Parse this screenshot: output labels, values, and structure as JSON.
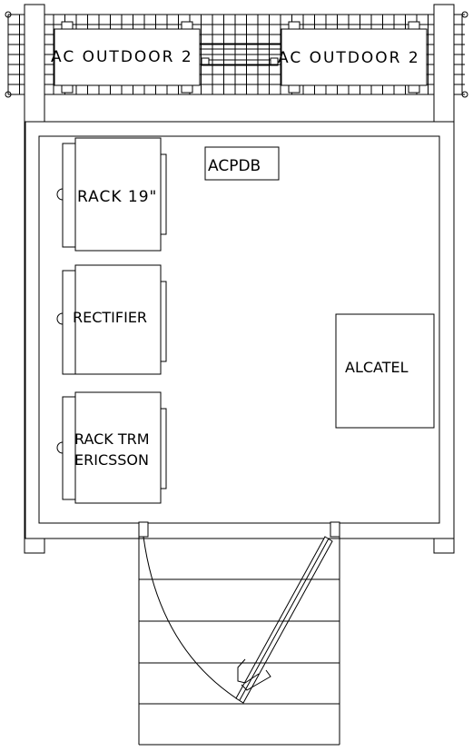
{
  "units": {
    "ac_left": "AC OUTDOOR 2",
    "ac_right": "AC OUTDOOR 2",
    "acpdb": "ACPDB",
    "rack19": "RACK 19\"",
    "rectifier": "RECTIFIER",
    "rack_trm_line1": "RACK TRM",
    "rack_trm_line2": "ERICSSON",
    "alcatel": "ALCATEL"
  },
  "style": {
    "line_color": "#000000",
    "background": "#ffffff"
  }
}
